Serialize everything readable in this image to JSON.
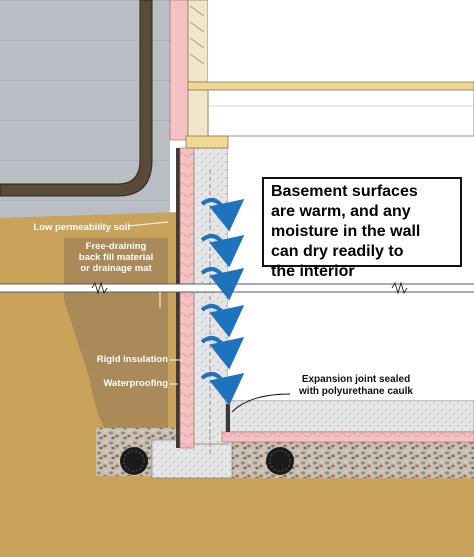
{
  "labels": {
    "low_permeability_soil": "Low permeability soil",
    "free_draining_1": "Free-draining",
    "free_draining_2": "back fill material",
    "free_draining_3": "or drainage mat",
    "rigid_insulation": "Rigid insulation",
    "waterproofing": "Waterproofing",
    "expansion_joint_1": "Expansion joint sealed",
    "expansion_joint_2": "with polyurethane caulk"
  },
  "callout": {
    "line1": "Basement surfaces",
    "line2": "are warm, and any",
    "line3": "moisture in the wall",
    "line4": "can dry readily to",
    "line5": "the interior"
  },
  "colors": {
    "soil": "#c9a35a",
    "drainage_fill": "#a98a58",
    "concrete": "#e6e6e6",
    "rigid_insulation": "#f2b4b4",
    "siding": "#b9bec4",
    "moisture_arrow": "#1e73be",
    "background": "#ffffff"
  }
}
